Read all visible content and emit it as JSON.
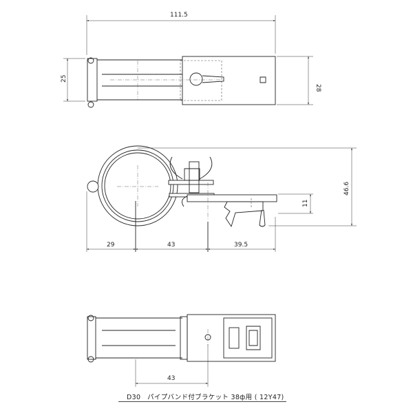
{
  "dimensions": {
    "overall_length": "111.5",
    "top_left_width": "25",
    "top_right_width": "28",
    "side_height": "46.6",
    "side_bracket_height": "11",
    "side_seg_1": "29",
    "side_seg_2": "43",
    "side_seg_3": "39.5",
    "bottom_seg": "43"
  },
  "caption": "D30　パイプバンド付ブラケット 38ф用 ( 12Y47)"
}
